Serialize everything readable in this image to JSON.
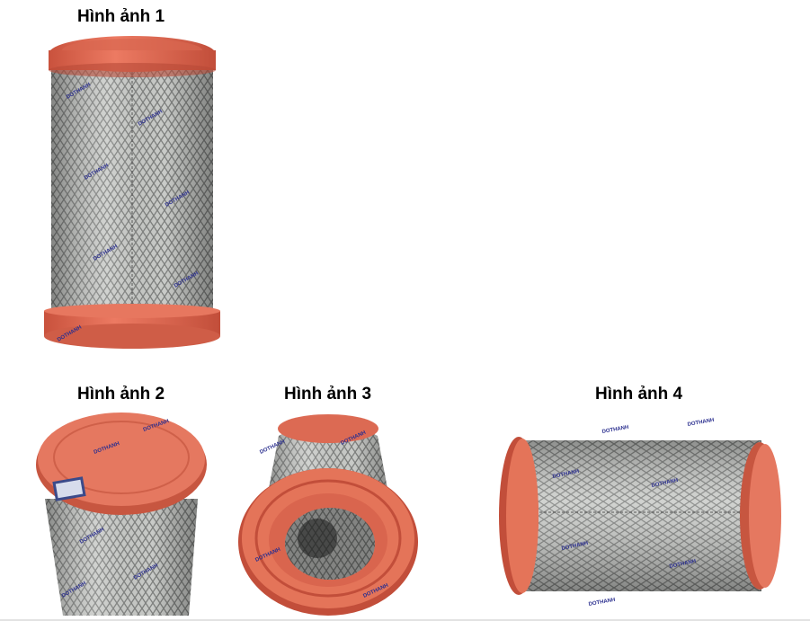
{
  "captions": {
    "img1": "Hình ảnh 1",
    "img2": "Hình ảnh 2",
    "img3": "Hình ảnh 3",
    "img4": "Hình ảnh 4"
  },
  "watermark": "DOTHANH",
  "colors": {
    "end_cap": "#e07058",
    "mesh": "#9a9c9a",
    "watermark": "#2b2f8f"
  }
}
